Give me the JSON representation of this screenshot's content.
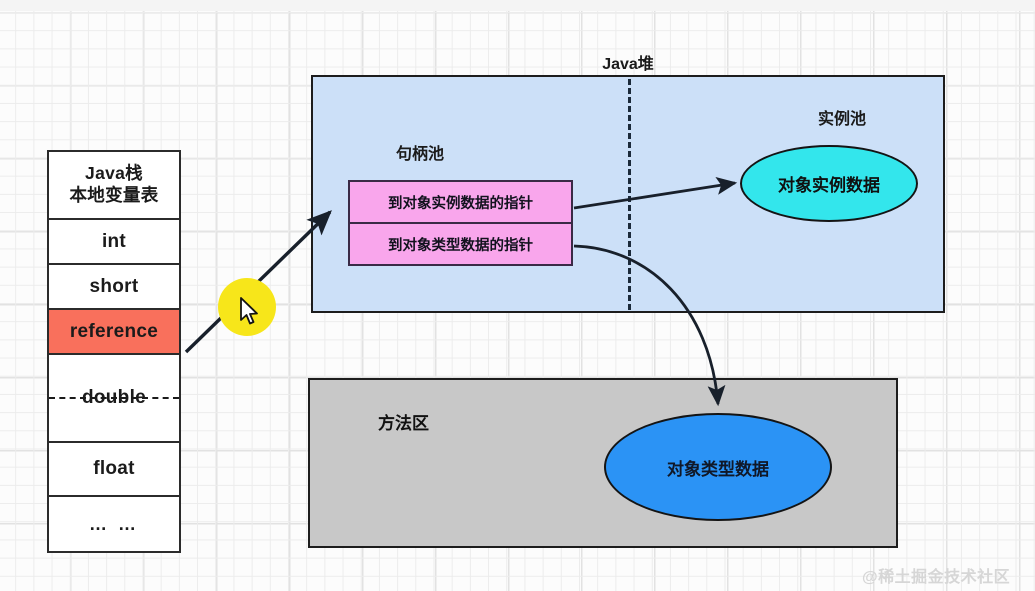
{
  "diagram": {
    "title": "Java object access via handle (handle pool) memory layout",
    "colors": {
      "heap_fill": "#cce0f8",
      "handle_fill": "#f9a6ec",
      "instance_ellipse_fill": "#33e6ec",
      "class_ellipse_fill": "#2b93f5",
      "method_area_fill": "#c8c8c8",
      "reference_row_fill": "#f9705c",
      "cursor_halo_fill": "#f7e61a",
      "border": "#1d1d1d"
    }
  },
  "stack": {
    "header_line1": "Java栈",
    "header_line2": "本地变量表",
    "rows": [
      {
        "label": "int",
        "struck": false
      },
      {
        "label": "short",
        "struck": false
      },
      {
        "label": "reference",
        "struck": false
      },
      {
        "label": "double",
        "struck": true
      },
      {
        "label": "float",
        "struck": false
      },
      {
        "label": "… …",
        "struck": false
      }
    ]
  },
  "heap": {
    "label": "Java堆",
    "handle_pool_label": "句柄池",
    "instance_pool_label": "实例池",
    "handle_rows": [
      "到对象实例数据的指针",
      "到对象类型数据的指针"
    ],
    "instance_ellipse_label": "对象实例数据"
  },
  "method_area": {
    "label": "方法区",
    "ellipse_label": "对象类型数据"
  },
  "watermark": {
    "text": "@稀土掘金技术社区"
  }
}
